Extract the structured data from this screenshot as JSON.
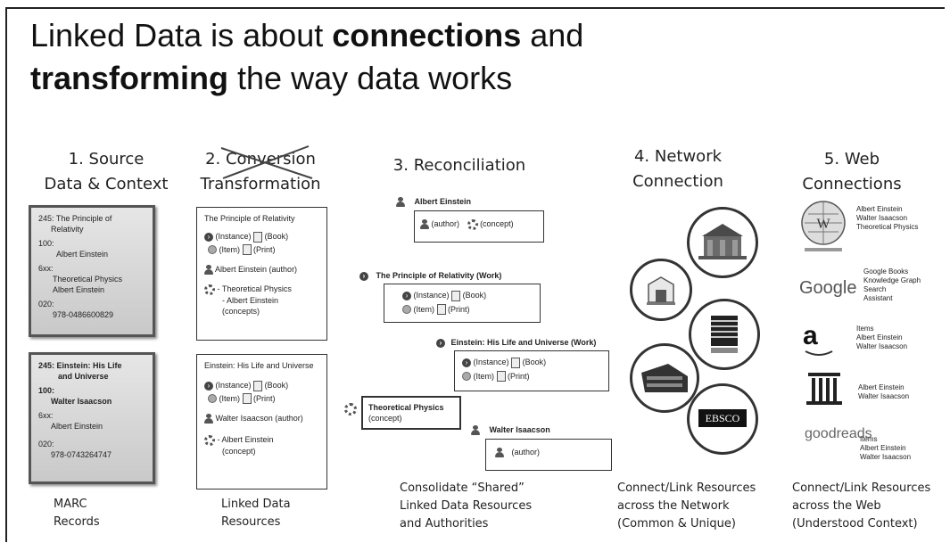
{
  "title": {
    "part1": "Linked Data is about ",
    "bold1": "connections",
    "part2": " and",
    "bold2": "transforming",
    "part3": " the way data works"
  },
  "columns": [
    {
      "heading_line1": "1. Source",
      "heading_line2": "Data & Context",
      "footer_line1": "MARC",
      "footer_line2": "Records"
    },
    {
      "heading_line1": "2. Conversion",
      "heading_line2": "Transformation",
      "footer_line1": "Linked Data",
      "footer_line2": "Resources"
    },
    {
      "heading_line1": "3. Reconciliation",
      "footer_line1": "Consolidate “Shared”",
      "footer_line2": "Linked Data Resources",
      "footer_line3": "and Authorities"
    },
    {
      "heading_line1": "4. Network",
      "heading_line2": "Connection",
      "footer_line1": "Connect/Link Resources",
      "footer_line2": "across the Network",
      "footer_line3": "(Common & Unique)"
    },
    {
      "heading_line1": "5. Web",
      "heading_line2": "Connections",
      "footer_line1": "Connect/Link Resources",
      "footer_line2": "across the Web",
      "footer_line3": "(Understood Context)"
    }
  ],
  "marc1": {
    "l1": "245: The Principle of",
    "l2": "Relativity",
    "l3": "100:",
    "l4": "Albert Einstein",
    "l5": "6xx:",
    "l6": "Theoretical Physics",
    "l7": "Albert Einstein",
    "l8": "020:",
    "l9": "978-0486600829"
  },
  "marc2": {
    "l1": "245: Einstein: His Life",
    "l2": "and Universe",
    "l3": "100:",
    "l4": "Walter Isaacson",
    "l5": "6xx:",
    "l6": "Albert Einstein",
    "l7": "020:",
    "l8": "978-0743264747"
  },
  "ld1": {
    "title": "The Principle of Relativity",
    "instance": "(Instance)",
    "book": "(Book)",
    "item": "(Item)",
    "print": "(Print)",
    "author": "Albert Einstein (author)",
    "concept1": "- Theoretical Physics",
    "concept2": "- Albert Einstein",
    "concept3": "(concepts)"
  },
  "ld2": {
    "title": "Einstein: His Life and Universe",
    "instance": "(Instance)",
    "book": "(Book)",
    "item": "(Item)",
    "print": "(Print)",
    "author": "Walter Isaacson (author)",
    "concept1": "- Albert Einstein",
    "concept2": "(concept)"
  },
  "recon": {
    "einstein": "Albert Einstein",
    "author": "(author)",
    "concept": "(concept)",
    "work1": "The Principle of Relativity (Work)",
    "instance": "(Instance)",
    "book": "(Book)",
    "item": "(Item)",
    "print": "(Print)",
    "work2": "Einstein: His Life and Universe (Work)",
    "physics": "Theoretical Physics",
    "physics_sub": "(concept)",
    "isaacson": "Walter Isaacson",
    "isaacson_sub": "(author)"
  },
  "network": {
    "ebsco": "EBSCO"
  },
  "web": {
    "wiki": [
      "Albert Einstein",
      "Walter Isaacson",
      "Theoretical Physics"
    ],
    "google_logo": "Google",
    "google": [
      "Google Books",
      "Knowledge Graph",
      "Search",
      "Assistant"
    ],
    "amazon_logo": "a",
    "amazon": [
      "Items",
      "Albert Einstein",
      "Walter Isaacson"
    ],
    "archive": [
      "Albert Einstein",
      "Walter Isaacson"
    ],
    "goodreads_logo": "goodreads",
    "goodreads": [
      "Items",
      "Albert Einstein",
      "Walter Isaacson"
    ]
  }
}
